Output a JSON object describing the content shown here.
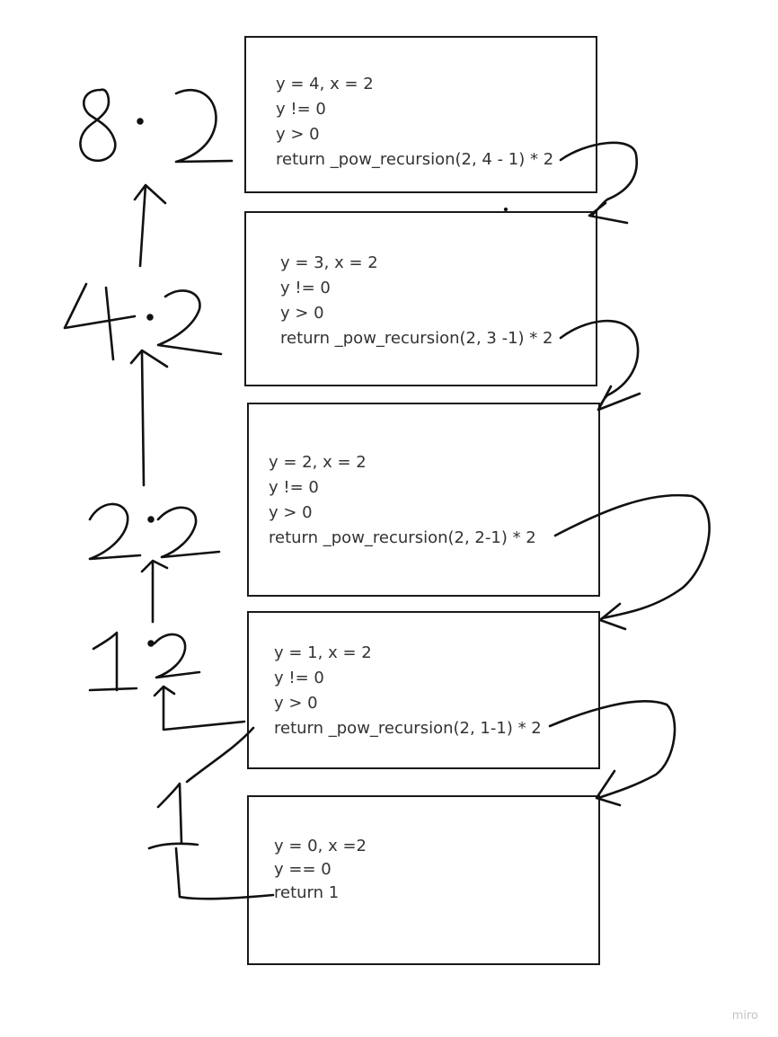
{
  "frames": [
    {
      "id": "frame-y4",
      "lines": [
        "y = 4, x = 2",
        "y != 0",
        "y > 0",
        "return _pow_recursion(2, 4 - 1) * 2"
      ]
    },
    {
      "id": "frame-y3",
      "lines": [
        "y = 3, x = 2",
        "y != 0",
        "y > 0",
        "return _pow_recursion(2, 3 -1) * 2"
      ]
    },
    {
      "id": "frame-y2",
      "lines": [
        "y = 2, x = 2",
        "y != 0",
        "y > 0",
        "return _pow_recursion(2, 2-1) * 2"
      ]
    },
    {
      "id": "frame-y1",
      "lines": [
        "y = 1, x = 2",
        "y != 0",
        "y > 0",
        "return _pow_recursion(2, 1-1) * 2"
      ]
    },
    {
      "id": "frame-y0",
      "lines": [
        "y = 0, x =2",
        "y == 0",
        "return 1"
      ]
    }
  ],
  "handwritten_annotations": [
    "8·2",
    "4·2",
    "2·2",
    "1·2",
    "1"
  ],
  "watermark": "miro",
  "colors": {
    "ink": "#111111",
    "text": "#333333",
    "frame_border": "#1a1a1a",
    "watermark": "#c4c4c4"
  }
}
